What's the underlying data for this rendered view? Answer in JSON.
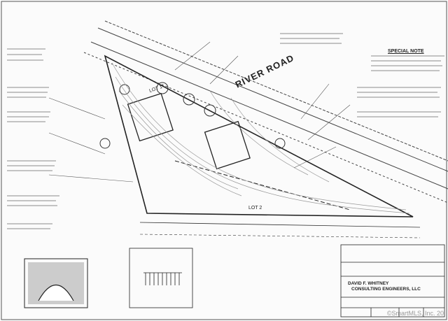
{
  "plan": {
    "road_label": "RIVER ROAD",
    "special_note": "SPECIAL NOTE",
    "lot_one": "LOT 1",
    "lot_two": "LOT 2",
    "firm_line1": "DAVID F. WHITNEY",
    "firm_line2": "CONSULTING ENGINEERS, LLC"
  },
  "watermark": "©SmartMLS, Inc. 20"
}
